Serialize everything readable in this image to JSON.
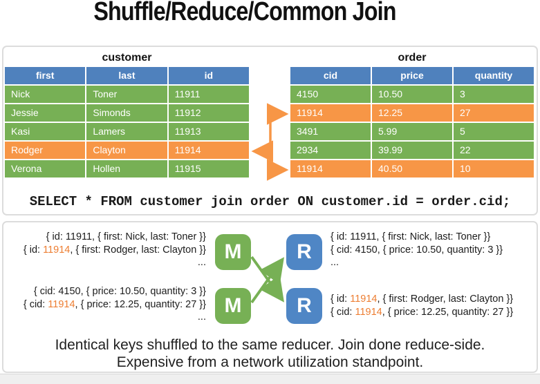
{
  "title": "Shuffle/Reduce/Common Join",
  "colors": {
    "header_blue": "#4f81bd",
    "row_green": "#77b055",
    "row_orange": "#f79646",
    "map_box_green": "#77b055",
    "reduce_box_blue": "#4f86c5",
    "highlight_text_orange": "#ed7d31",
    "connector_orange": "#f79646",
    "shuffle_arrow_green": "#77b055"
  },
  "tables": {
    "customer": {
      "name": "customer",
      "headers": [
        "first",
        "last",
        "id"
      ],
      "rows": [
        {
          "cells": [
            "Nick",
            "Toner",
            "11911"
          ],
          "highlight": false
        },
        {
          "cells": [
            "Jessie",
            "Simonds",
            "11912"
          ],
          "highlight": false
        },
        {
          "cells": [
            "Kasi",
            "Lamers",
            "11913"
          ],
          "highlight": false
        },
        {
          "cells": [
            "Rodger",
            "Clayton",
            "11914"
          ],
          "highlight": true
        },
        {
          "cells": [
            "Verona",
            "Hollen",
            "11915"
          ],
          "highlight": false
        }
      ]
    },
    "order": {
      "name": "order",
      "headers": [
        "cid",
        "price",
        "quantity"
      ],
      "rows": [
        {
          "cells": [
            "4150",
            "10.50",
            "3"
          ],
          "highlight": false
        },
        {
          "cells": [
            "11914",
            "12.25",
            "27"
          ],
          "highlight": true
        },
        {
          "cells": [
            "3491",
            "5.99",
            "5"
          ],
          "highlight": false
        },
        {
          "cells": [
            "2934",
            "39.99",
            "22"
          ],
          "highlight": false
        },
        {
          "cells": [
            "11914",
            "40.50",
            "10"
          ],
          "highlight": true
        }
      ]
    }
  },
  "sql": "SELECT * FROM customer join order ON customer.id = order.cid;",
  "mapreduce": {
    "m_label": "M",
    "r_label": "R",
    "map1_lines": [
      {
        "pre": "{ id: 11911, { first: Nick, last: Toner }}",
        "hl": "",
        "post": ""
      },
      {
        "pre": "{ id: ",
        "hl": "11914",
        "post": ", { first: Rodger, last: Clayton }}"
      },
      {
        "pre": "...",
        "hl": "",
        "post": ""
      }
    ],
    "map2_lines": [
      {
        "pre": "{ cid: 4150, { price: 10.50, quantity: 3 }}",
        "hl": "",
        "post": ""
      },
      {
        "pre": "{ cid: ",
        "hl": "11914",
        "post": ", { price: 12.25, quantity: 27 }}"
      },
      {
        "pre": "...",
        "hl": "",
        "post": ""
      }
    ],
    "reduce1_lines": [
      {
        "pre": "{ id: 11911, { first: Nick, last: Toner }}",
        "hl": "",
        "post": ""
      },
      {
        "pre": "{ cid: 4150, { price: 10.50, quantity: 3 }}",
        "hl": "",
        "post": ""
      },
      {
        "pre": "...",
        "hl": "",
        "post": ""
      }
    ],
    "reduce2_lines": [
      {
        "pre": "{ id: ",
        "hl": "11914",
        "post": ", { first: Rodger, last: Clayton }}"
      },
      {
        "pre": "{ cid: ",
        "hl": "11914",
        "post": ", { price: 12.25, quantity: 27 }}"
      }
    ]
  },
  "caption": {
    "line1": "Identical keys shuffled to the same reducer. Join done reduce-side.",
    "line2": "Expensive from a network utilization standpoint."
  }
}
